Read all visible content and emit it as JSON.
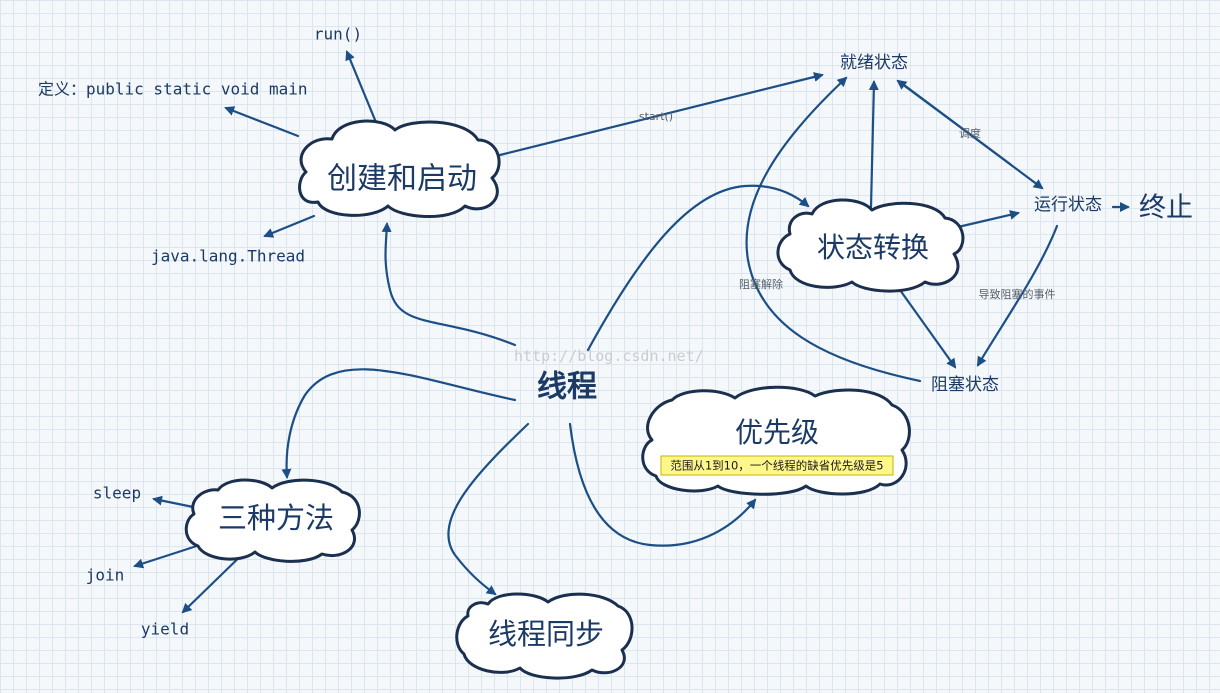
{
  "center": {
    "label": "线程"
  },
  "watermark": "http://blog.csdn.net/",
  "creation": {
    "label": "创建和启动",
    "run": "run()",
    "definition": "定义：public static void main",
    "thread_class": "java.lang.Thread",
    "start": "start()"
  },
  "state_transition": {
    "label": "状态转换",
    "ready": "就绪状态",
    "running": "运行状态",
    "blocked": "阻塞状态",
    "terminated": "终止",
    "schedule": "调度",
    "block_event": "导致阻塞的事件",
    "unblock": "阻塞解除"
  },
  "priority": {
    "label": "优先级",
    "note": "范围从1到10，一个线程的缺省优先级是5"
  },
  "methods": {
    "label": "三种方法",
    "items": [
      "sleep",
      "join",
      "yield"
    ]
  },
  "sync": {
    "label": "线程同步"
  },
  "colors": {
    "arrow": "#1c4f86",
    "text": "#1b3a66",
    "note_bg": "#fff78c"
  }
}
